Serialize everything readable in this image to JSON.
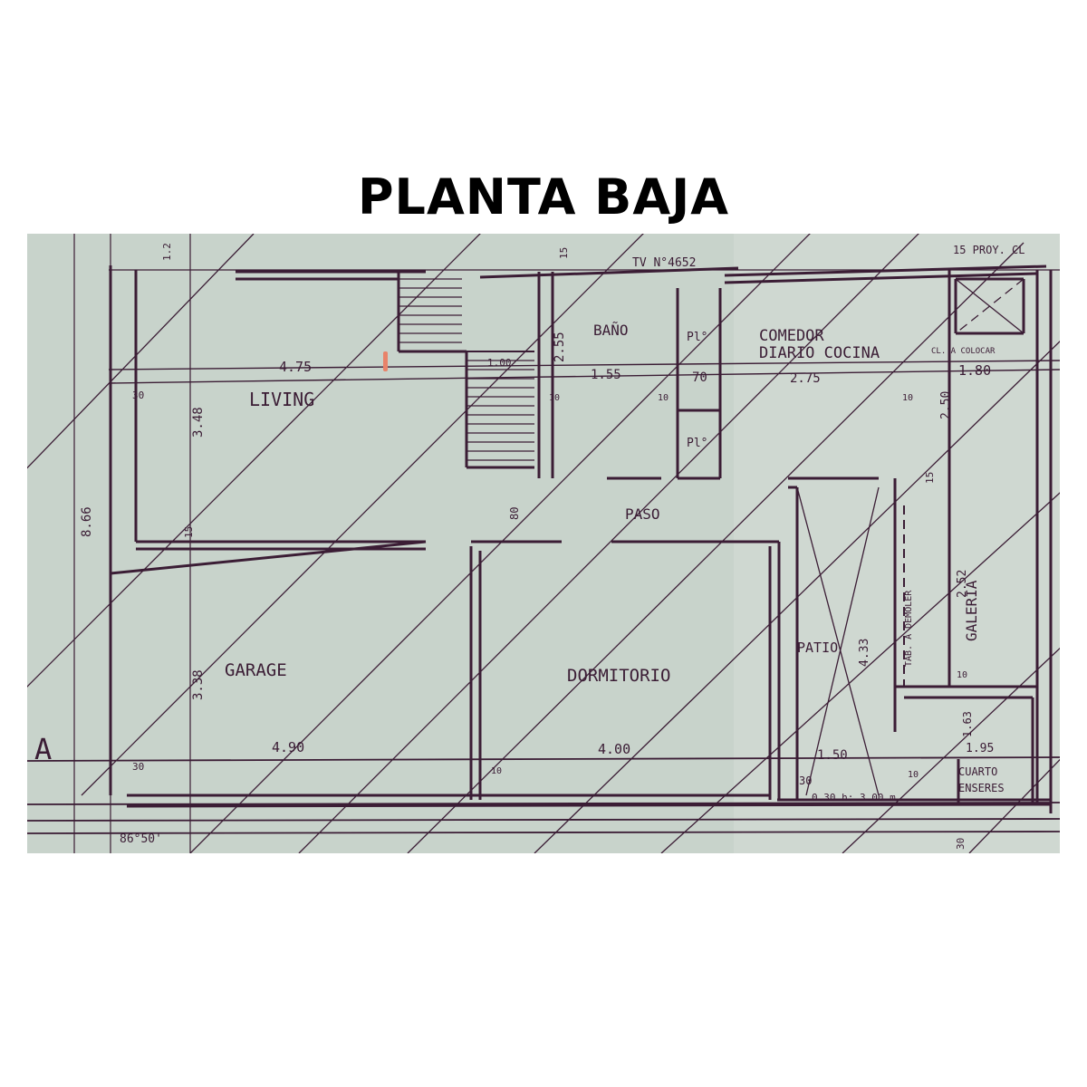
{
  "title": "PLANTA BAJA",
  "colors": {
    "paper": "#c8d3cb",
    "paper_right": "#cfd8d1",
    "ink": "#3b1d35",
    "marker": "#e8836a"
  },
  "rooms": {
    "living": "LIVING",
    "banio": "BAÑO",
    "comedor_1": "COMEDOR",
    "comedor_2": "DIARIO COCINA",
    "paso": "PASO",
    "garage": "GARAGE",
    "dormitorio": "DORMITORIO",
    "patio": "PATIO",
    "galeria": "GALERIA",
    "cuarto_1": "CUARTO",
    "cuarto_2": "ENSERES",
    "pl1": "Pl°",
    "pl2": "Pl°"
  },
  "annotations": {
    "tv": "TV N°4652",
    "proy": "15 PROY. CL",
    "cl": "CL. A COLOCAR",
    "tabique": "TAB. A DEMOLER",
    "patio_h": "0.30 h: 3.00 m",
    "angle": "86°50'",
    "axis": "A"
  },
  "dimensions": {
    "d475": "4.75",
    "d100": "1.00",
    "d155": "1.55",
    "d70": "70",
    "d275": "2.75",
    "d180": "1.80",
    "d255": "2.55",
    "d250": "2.50",
    "d348": "3.48",
    "d866": "8.66",
    "d338": "3.38",
    "d80": "80",
    "d490": "4.90",
    "d400": "4.00",
    "d150": "1.50",
    "d195": "1.95",
    "d433": "4.33",
    "d252": "2.52",
    "d163": "1.63",
    "d15a": "15",
    "d15b": "15",
    "d15c": "15",
    "d10a": "10",
    "d10b": "10",
    "d10c": "10",
    "d10d": "10",
    "d10e": "10",
    "d10f": "10",
    "d30a": "30",
    "d30b": "30",
    "d30c": "30",
    "d30d": "30",
    "d1_2": "1.2"
  }
}
